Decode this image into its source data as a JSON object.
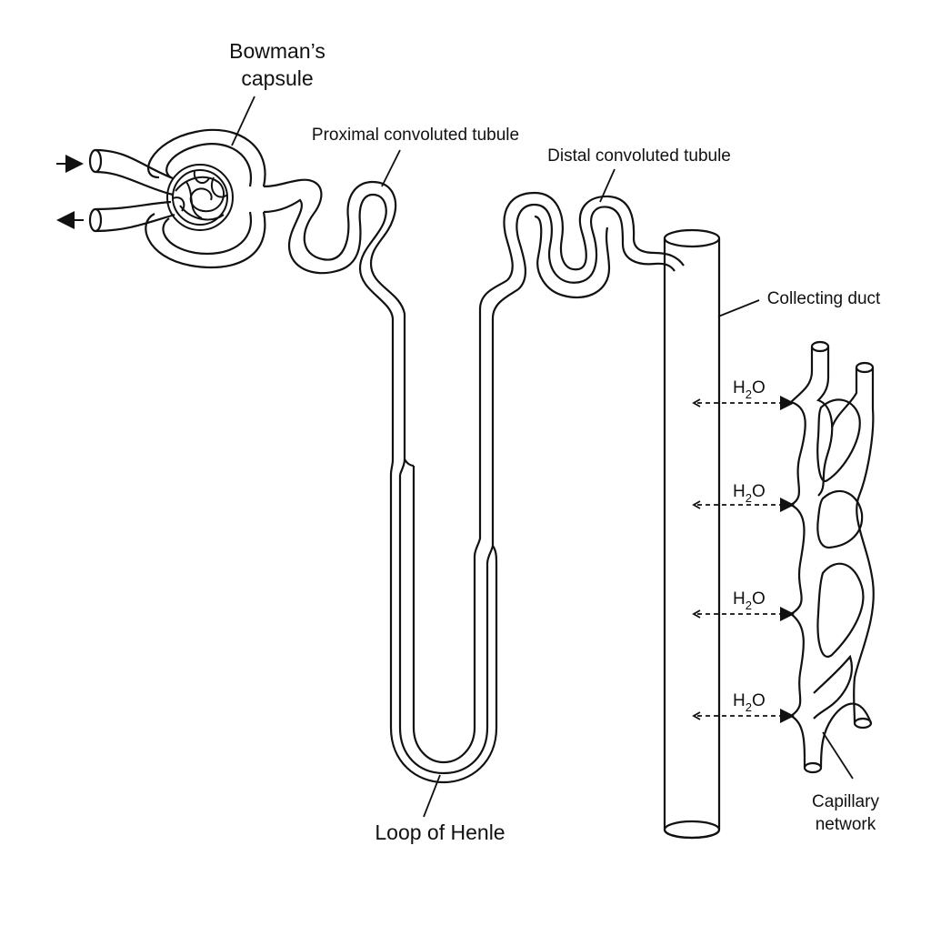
{
  "labels": {
    "bowman_line1": "Bowman’s",
    "bowman_line2": "capsule",
    "proximal": "Proximal convoluted tubule",
    "distal": "Distal convoluted tubule",
    "collecting": "Collecting duct",
    "loop": "Loop of Henle",
    "capillary_line1": "Capillary",
    "capillary_line2": "network"
  },
  "water": [
    {
      "main": "H",
      "sub": "2",
      "tail": "O"
    },
    {
      "main": "H",
      "sub": "2",
      "tail": "O"
    },
    {
      "main": "H",
      "sub": "2",
      "tail": "O"
    },
    {
      "main": "H",
      "sub": "2",
      "tail": "O"
    }
  ],
  "colors": {
    "stroke": "#111111",
    "background": "#ffffff"
  }
}
